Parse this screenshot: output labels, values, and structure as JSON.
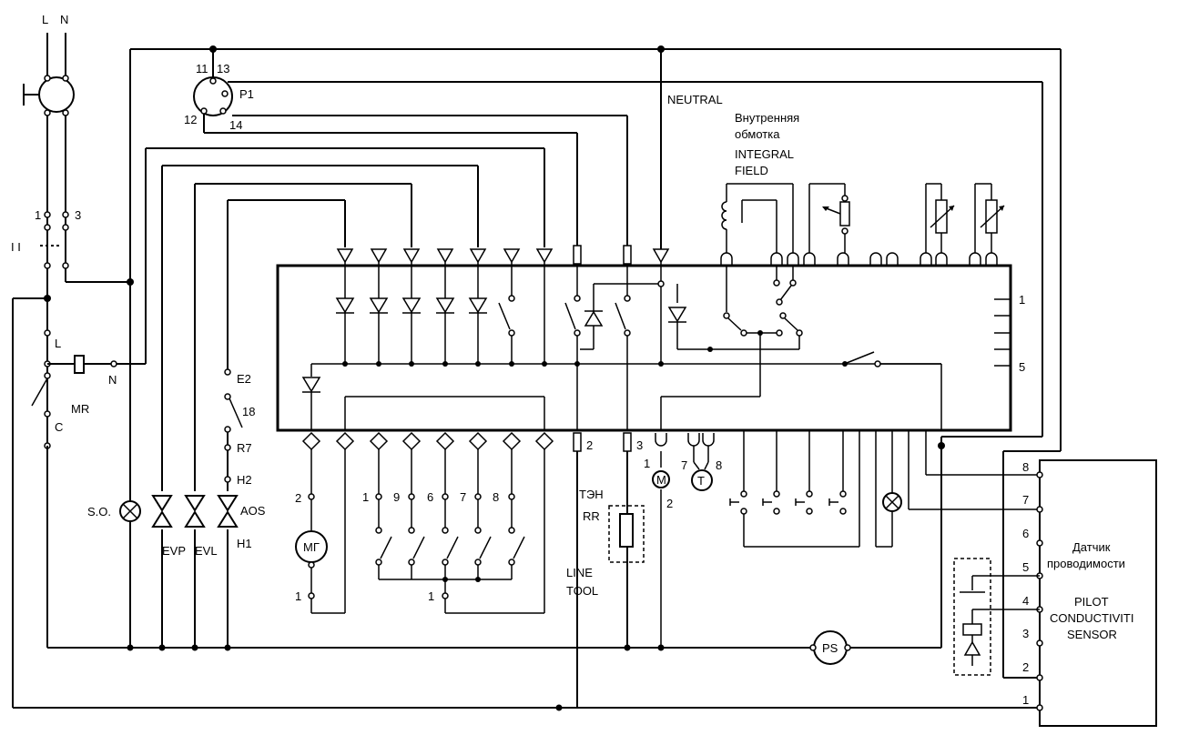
{
  "labels": {
    "l_top": "L",
    "n_top": "N",
    "neutral": "NEUTRAL",
    "internal_winding_ru_1": "Внутренняя",
    "internal_winding_ru_2": "обмотка",
    "integral_field_1": "INTEGRAL",
    "integral_field_2": "FIELD",
    "p1": "P1",
    "p1_11": "11",
    "p1_13": "13",
    "p1_12": "12",
    "p1_14": "14",
    "sw_1": "1",
    "sw_3": "3",
    "sw_ii": "I I",
    "l_mid": "L",
    "n_mid": "N",
    "mr": "MR",
    "c": "C",
    "e2": "E2",
    "t18": "18",
    "r7": "R7",
    "h2": "H2",
    "aos": "AOS",
    "h1": "H1",
    "so": "S.O.",
    "evp": "EVP",
    "evl": "EVL",
    "mg": "МГ",
    "mg_2": "2",
    "mg_1": "1",
    "k1": "1",
    "k9": "9",
    "k6": "6",
    "k7": "7",
    "k8": "8",
    "kcom": "1",
    "pin2": "2",
    "pin3": "3",
    "ten": "ТЭН",
    "rr": "RR",
    "line": "LINE",
    "tool": "TOOL",
    "m": "M",
    "m_1": "1",
    "m_2": "2",
    "t": "T",
    "t_7": "7",
    "t_8": "8",
    "ps": "PS",
    "box_1": "1",
    "box_5": "5",
    "sensor_ru_1": "Датчик",
    "sensor_ru_2": "проводимости",
    "sensor_en_1": "PILOT",
    "sensor_en_2": "CONDUCTIVITI",
    "sensor_en_3": "SENSOR",
    "s8": "8",
    "s7": "7",
    "s6": "6",
    "s5": "5",
    "s4": "4",
    "s3": "3",
    "s2": "2",
    "s1": "1"
  }
}
